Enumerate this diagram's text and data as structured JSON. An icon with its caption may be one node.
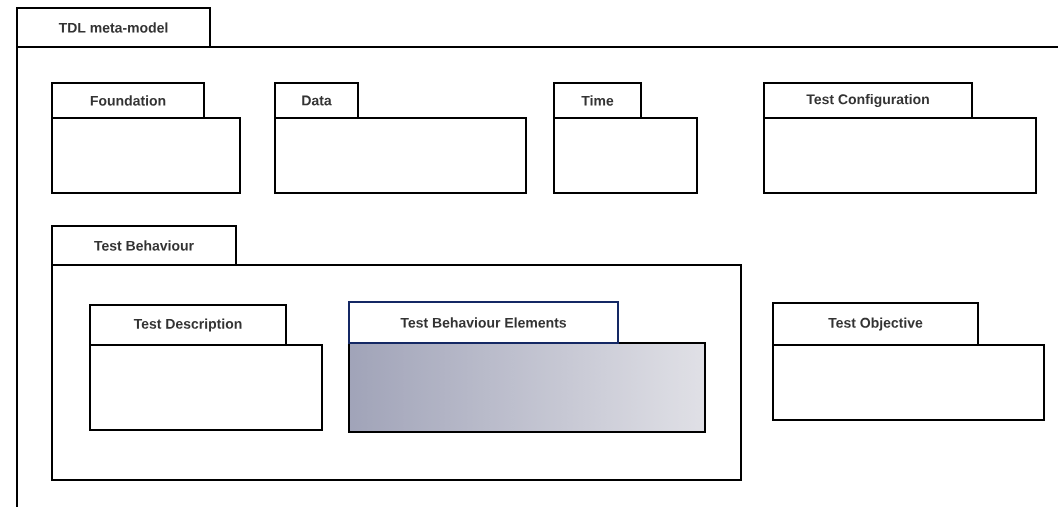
{
  "diagram": {
    "nodes": [
      {
        "text": [
          "TDL meta-model"
        ]
      },
      {
        "text": [
          "Foundation"
        ],
        "in": 0
      },
      {
        "text": [
          "Data"
        ],
        "in": 0
      },
      {
        "text": [
          "Time"
        ],
        "in": 0
      },
      {
        "text": [
          "Test Configuration"
        ],
        "in": 0
      },
      {
        "text": [
          "Test Behaviour"
        ],
        "in": 0
      },
      {
        "text": [
          "Test Description"
        ],
        "in": 5
      },
      {
        "text": [
          "Test Behaviour Elements"
        ],
        "in": 5
      },
      {
        "text": [
          "Test Objective"
        ],
        "in": 0
      }
    ]
  }
}
